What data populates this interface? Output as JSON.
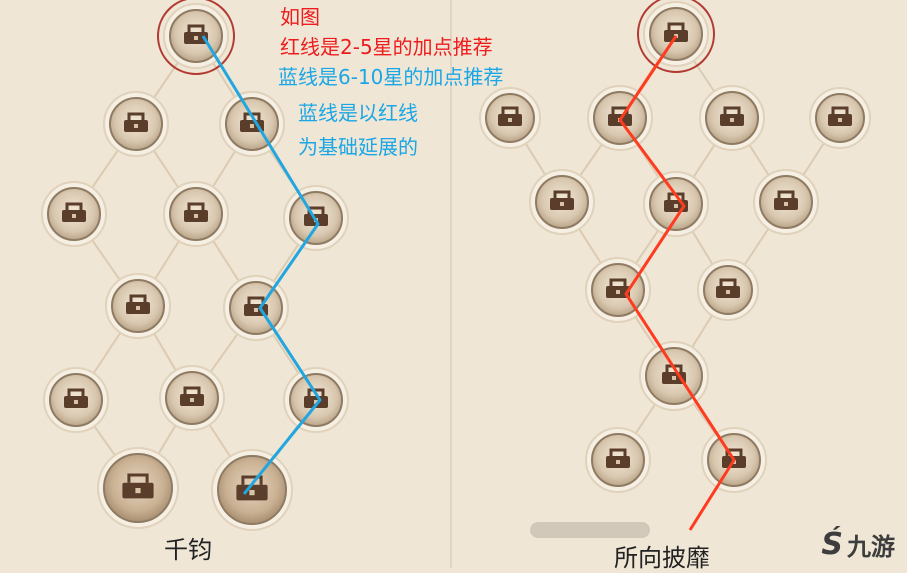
{
  "annotations": {
    "line1": "如图",
    "line2": "红线是2-5星的加点推荐",
    "line3": "蓝线是6-10星的加点推荐",
    "line4": "蓝线是以红线",
    "line5": "为基础延展的"
  },
  "trees": {
    "left_name": "千钧",
    "right_name": "所向披靡"
  },
  "colors": {
    "red_line": "#ff3b1f",
    "blue_line": "#21a6e0",
    "background": "#efe6d6"
  },
  "logo": {
    "text": "九游",
    "icon": "jiuyou-logo-icon"
  }
}
